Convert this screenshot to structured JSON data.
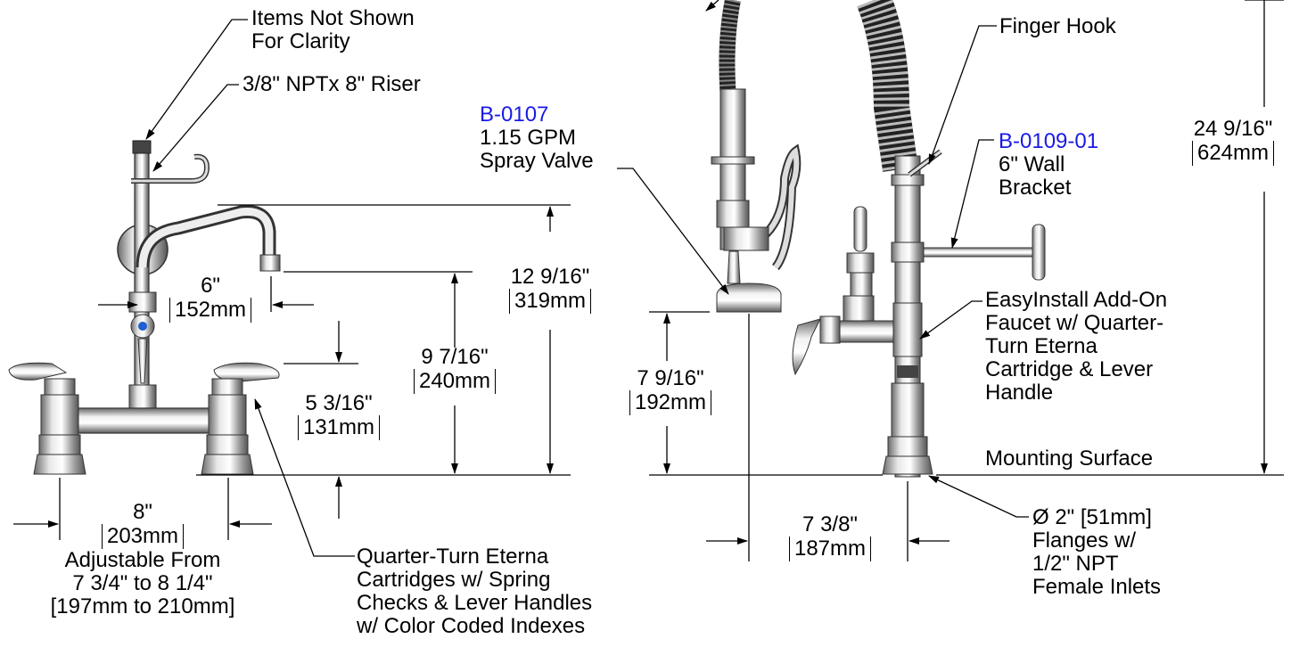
{
  "callouts": {
    "items_not_shown": [
      "Items Not Shown",
      "For Clarity"
    ],
    "riser": "3/8\" NPTx 8\" Riser",
    "spray_valve_part": "B-0107",
    "spray_valve": [
      "1.15 GPM",
      "Spray Valve"
    ],
    "finger_hook": "Finger Hook",
    "wall_bracket_part": "B-0109-01",
    "wall_bracket": [
      "6\" Wall",
      "Bracket"
    ],
    "add_on_faucet": [
      "EasyInstall Add-On",
      "Faucet w/ Quarter-",
      "Turn Eterna",
      "Cartridge & Lever",
      "Handle"
    ],
    "mounting_surface": "Mounting Surface",
    "flanges": [
      "Ø 2\" [51mm]",
      "Flanges w/",
      "1/2\" NPT",
      "Female Inlets"
    ],
    "cartridges": [
      "Quarter-Turn Eterna",
      "Cartridges w/ Spring",
      "Checks & Lever Handles",
      "w/ Color Coded Indexes"
    ]
  },
  "dimensions": {
    "spout_reach": {
      "in": "6\"",
      "mm": "152mm"
    },
    "spout_height": {
      "in": "12 9/16\"",
      "mm": "319mm"
    },
    "outlet_height": {
      "in": "9 7/16\"",
      "mm": "240mm"
    },
    "handle_height": {
      "in": "5 3/16\"",
      "mm": "131mm"
    },
    "centers": {
      "in": "8\"",
      "mm": "203mm"
    },
    "adjustable": [
      "Adjustable From",
      "7 3/4\" to 8 1/4\"",
      "[197mm to 210mm]"
    ],
    "overall_height": {
      "in": "24 9/16\"",
      "mm": "624mm"
    },
    "spray_height": {
      "in": "7 9/16\"",
      "mm": "192mm"
    },
    "spray_reach": {
      "in": "7 3/8\"",
      "mm": "187mm"
    }
  }
}
